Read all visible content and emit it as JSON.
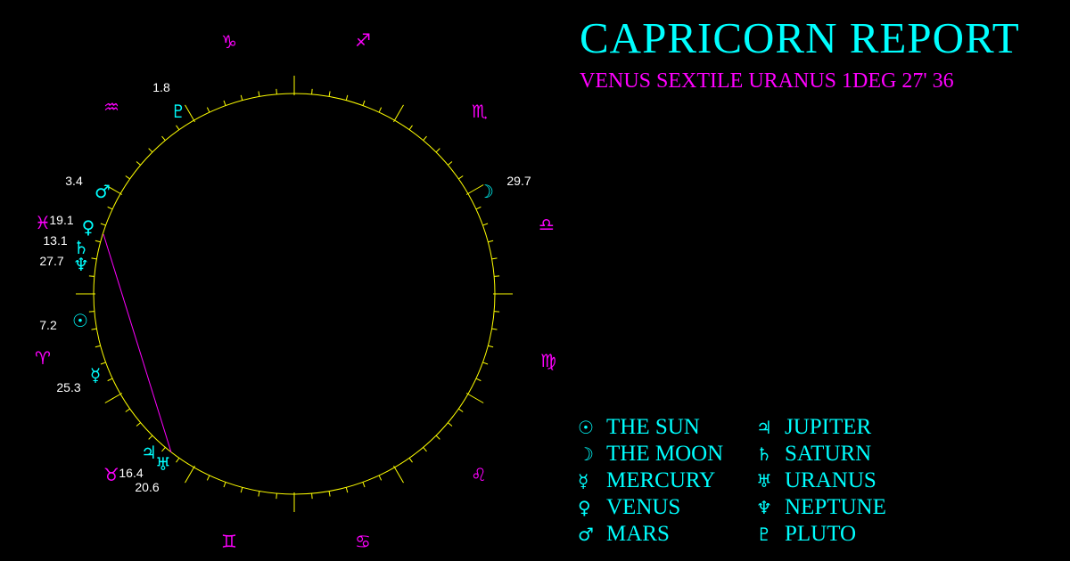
{
  "header": {
    "title": "CAPRICORN REPORT",
    "subtitle": "VENUS SEXTILE URANUS 1DEG 27' 36"
  },
  "colors": {
    "wheel": "#ffff00",
    "sign": "#ff00ff",
    "planet": "#00ffff",
    "aspect": "#ff00ff",
    "label": "#ffffff"
  },
  "signs": [
    {
      "name": "capricorn-icon",
      "glyph": "♑"
    },
    {
      "name": "sagittarius-icon",
      "glyph": "♐"
    },
    {
      "name": "scorpio-icon",
      "glyph": "♏"
    },
    {
      "name": "libra-icon",
      "glyph": "♎"
    },
    {
      "name": "virgo-icon",
      "glyph": "♍"
    },
    {
      "name": "leo-icon",
      "glyph": "♌"
    },
    {
      "name": "cancer-icon",
      "glyph": "♋"
    },
    {
      "name": "gemini-icon",
      "glyph": "♊"
    },
    {
      "name": "taurus-icon",
      "glyph": "♉"
    },
    {
      "name": "aries-icon",
      "glyph": "♈"
    },
    {
      "name": "pisces-icon",
      "glyph": "♓"
    },
    {
      "name": "aquarius-icon",
      "glyph": "♒"
    }
  ],
  "planets": [
    {
      "name": "pluto-icon",
      "glyph": "♇",
      "degree": "1.8"
    },
    {
      "name": "moon-icon",
      "glyph": "☽",
      "degree": "29.7"
    },
    {
      "name": "mars-icon",
      "glyph": "♂",
      "degree": "3.4"
    },
    {
      "name": "venus-icon",
      "glyph": "♀",
      "degree": "19.1"
    },
    {
      "name": "saturn-icon",
      "glyph": "♄",
      "degree": "13.1"
    },
    {
      "name": "neptune-icon",
      "glyph": "♆",
      "degree": "27.7"
    },
    {
      "name": "sun-icon",
      "glyph": "☉",
      "degree": "7.2"
    },
    {
      "name": "mercury-icon",
      "glyph": "☿",
      "degree": "25.3"
    },
    {
      "name": "jupiter-icon",
      "glyph": "♃",
      "degree": "16.4"
    },
    {
      "name": "uranus-icon",
      "glyph": "♅",
      "degree": "20.6"
    }
  ],
  "legend": [
    {
      "glyph": "☉",
      "label": "THE SUN"
    },
    {
      "glyph": "♃",
      "label": "JUPITER"
    },
    {
      "glyph": "☽",
      "label": "THE MOON"
    },
    {
      "glyph": "♄",
      "label": "SATURN"
    },
    {
      "glyph": "☿",
      "label": "MERCURY"
    },
    {
      "glyph": "♅",
      "label": "URANUS"
    },
    {
      "glyph": "♀",
      "label": "VENUS"
    },
    {
      "glyph": "♆",
      "label": "NEPTUNE"
    },
    {
      "glyph": "♂",
      "label": "MARS"
    },
    {
      "glyph": "♇",
      "label": "PLUTO"
    }
  ],
  "aspect": {
    "from": "VENUS",
    "to": "URANUS",
    "type": "SEXTILE"
  }
}
